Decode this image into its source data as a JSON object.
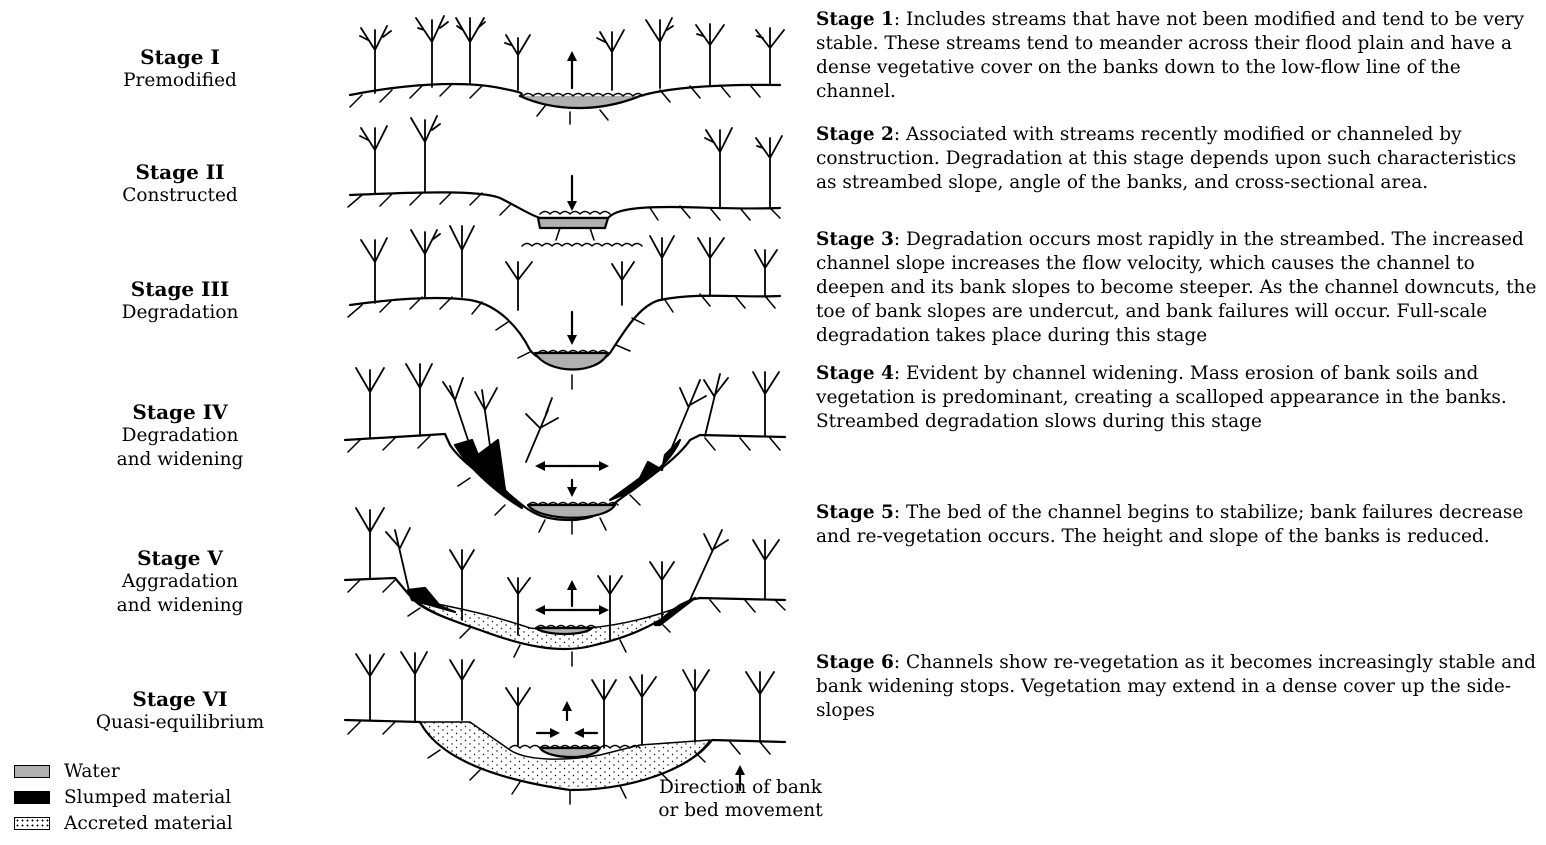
{
  "stages": [
    {
      "title": "Stage I",
      "subtitle": "Premodified"
    },
    {
      "title": "Stage II",
      "subtitle": "Constructed"
    },
    {
      "title": "Stage III",
      "subtitle": "Degradation"
    },
    {
      "title": "Stage IV",
      "subtitle": "Degradation",
      "subtitle2": "and widening"
    },
    {
      "title": "Stage V",
      "subtitle": "Aggradation",
      "subtitle2": "and widening"
    },
    {
      "title": "Stage VI",
      "subtitle": "Quasi-equilibrium"
    }
  ],
  "descriptions": [
    {
      "head": "Stage 1",
      "text": ": Includes streams that have not been modified and tend to be very stable. These streams tend to meander across their flood plain and have a dense vegetative cover on the banks down to the low-flow line of the channel."
    },
    {
      "head": "Stage 2",
      "text": ": Associated with streams recently modified or channeled by construction. Degradation at this stage depends upon such characteristics as streambed slope, angle of the banks, and cross-sectional area."
    },
    {
      "head": "Stage 3",
      "text": ": Degradation occurs most rapidly in the streambed. The increased channel slope increases the flow velocity, which causes the channel to deepen and its bank slopes to become steeper. As the channel downcuts, the toe of bank slopes are undercut, and bank failures will occur. Full-scale degradation takes place during this stage"
    },
    {
      "head": "Stage 4",
      "text": ": Evident by channel widening. Mass erosion of bank soils and vegetation is predominant, creating a scalloped appearance in the banks. Streambed degradation slows during this stage"
    },
    {
      "head": "Stage 5",
      "text": ": The bed of the channel begins to stabilize; bank failures decrease and re-vegetation occurs. The height and slope of the banks is reduced."
    },
    {
      "head": "Stage 6",
      "text": ": Channels show re-vegetation as it becomes increasingly stable and bank widening stops. Vegetation may extend in a dense cover up the side-slopes"
    }
  ],
  "legend": {
    "water": "Water",
    "slumped": "Slumped material",
    "accreted": "Accreted material"
  },
  "direction_label": {
    "line1": "Direction of bank",
    "line2": "or bed movement"
  },
  "colors": {
    "water": "#b0b0b0",
    "slumped": "#000000",
    "line": "#000000"
  },
  "icons": [
    "tree-icon",
    "arrow-up-icon",
    "arrow-down-icon",
    "double-arrow-icon",
    "water-surface-icon"
  ]
}
